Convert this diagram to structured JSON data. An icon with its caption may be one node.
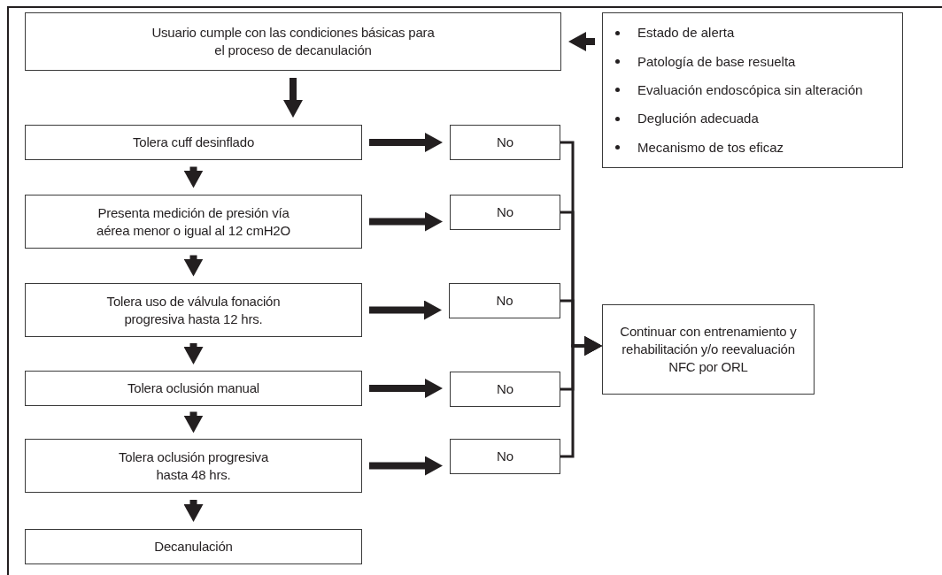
{
  "diagram": {
    "nodes": [
      {
        "text": [
          "Usuario cumple con las condiciones básicas para el proceso de decanulación"
        ]
      },
      {
        "text": [
          "Estado de alerta",
          "Patología de base resuelta",
          "Evaluación endoscópica sin alteración",
          "Deglución adecuada",
          "Mecanismo de tos eficaz"
        ]
      },
      {
        "text": [
          "Tolera cuff desinflado"
        ]
      },
      {
        "text": [
          "No"
        ]
      },
      {
        "text": [
          "Presenta medición de presión vía aérea menor o igual al 12 cmH2O"
        ]
      },
      {
        "text": [
          "No"
        ]
      },
      {
        "text": [
          "Tolera uso de válvula fonación progresiva hasta 12 hrs."
        ]
      },
      {
        "text": [
          "No"
        ]
      },
      {
        "text": [
          "Tolera oclusión manual"
        ]
      },
      {
        "text": [
          "No"
        ]
      },
      {
        "text": [
          "Tolera oclusión progresiva hasta 48 hrs."
        ]
      },
      {
        "text": [
          "No"
        ]
      },
      {
        "text": [
          "Decanulación"
        ]
      },
      {
        "text": [
          "Continuar con entrenamiento y rehabilitación y/o reevaluación NFC por ORL"
        ]
      }
    ],
    "edges": [
      {
        "from": 1,
        "to": 0,
        "arrow": "to"
      },
      {
        "from": 0,
        "to": 2,
        "arrow": "to"
      },
      {
        "from": 2,
        "to": 3,
        "arrow": "to"
      },
      {
        "from": 2,
        "to": 4,
        "arrow": "to"
      },
      {
        "from": 4,
        "to": 5,
        "arrow": "to"
      },
      {
        "from": 4,
        "to": 6,
        "arrow": "to"
      },
      {
        "from": 6,
        "to": 7,
        "arrow": "to"
      },
      {
        "from": 6,
        "to": 8,
        "arrow": "to"
      },
      {
        "from": 8,
        "to": 9,
        "arrow": "to"
      },
      {
        "from": 8,
        "to": 10,
        "arrow": "to"
      },
      {
        "from": 10,
        "to": 11,
        "arrow": "to"
      },
      {
        "from": 10,
        "to": 12,
        "arrow": "to"
      },
      {
        "from": 3,
        "to": 13,
        "arrow": "to"
      },
      {
        "from": 5,
        "to": 13,
        "arrow": "to"
      },
      {
        "from": 7,
        "to": 13,
        "arrow": "to"
      },
      {
        "from": 9,
        "to": 13,
        "arrow": "to"
      },
      {
        "from": 11,
        "to": 13,
        "arrow": "to"
      }
    ]
  }
}
